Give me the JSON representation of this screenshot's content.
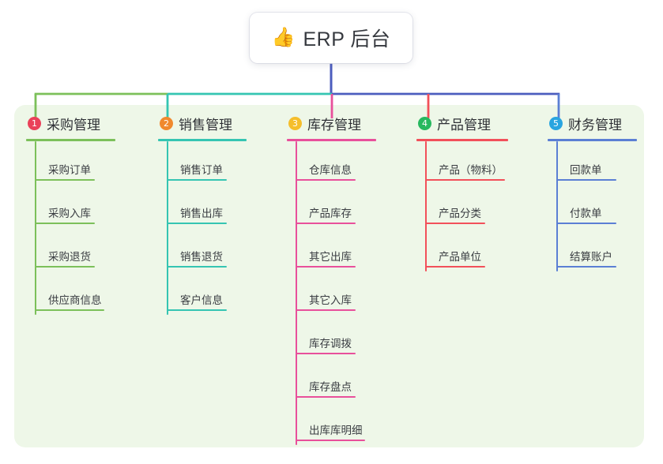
{
  "root": {
    "icon": "thumbs-up-icon",
    "emoji": "👍",
    "label": "ERP 后台"
  },
  "theme": {
    "page_background": "#ffffff",
    "panel_background": "#eef7e8",
    "root_box_background": "#ffffff",
    "root_text": "#36393f",
    "stem_color": "#4c5dbe",
    "bus_blue": "#4c5dbe"
  },
  "columns": [
    {
      "number": "1",
      "title": "采购管理",
      "badge_color": "#ea4159",
      "line_color": "#7cc05a",
      "children": [
        "采购订单",
        "采购入库",
        "采购退货",
        "供应商信息"
      ]
    },
    {
      "number": "2",
      "title": "销售管理",
      "badge_color": "#f0892e",
      "line_color": "#35c5b2",
      "children": [
        "销售订单",
        "销售出库",
        "销售退货",
        "客户信息"
      ]
    },
    {
      "number": "3",
      "title": "库存管理",
      "badge_color": "#f5be2c",
      "line_color": "#e8509b",
      "children": [
        "仓库信息",
        "产品库存",
        "其它出库",
        "其它入库",
        "库存调拨",
        "库存盘点",
        "出库库明细"
      ]
    },
    {
      "number": "4",
      "title": "产品管理",
      "badge_color": "#27b85f",
      "line_color": "#f2505a",
      "children": [
        "产品（物料）",
        "产品分类",
        "产品单位"
      ]
    },
    {
      "number": "5",
      "title": "财务管理",
      "badge_color": "#29a5e0",
      "line_color": "#5b7fd4",
      "children": [
        "回款单",
        "付款单",
        "结算账户"
      ]
    }
  ]
}
